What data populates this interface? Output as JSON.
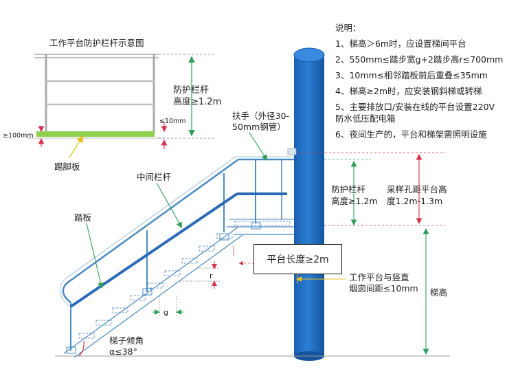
{
  "inset": {
    "title": "工作平台防护栏杆示意图",
    "guardrail_label": [
      "防护栏杆",
      "高度≥1.2m"
    ],
    "gap_label": "≤10mm",
    "board_height_label": "≥100mm",
    "toe_board_label": "踢脚板"
  },
  "notes": {
    "heading": "说明：",
    "lines": [
      "1、梯高＞6m时，应设置梯间平台",
      "2、550mm≤踏步宽g+2踏步高r≤700mm",
      "3、10mm≤相邻踏板前后重叠≤35mm",
      "4、梯高≥2m时，应安装钢斜梯或转梯",
      "5、主要排放口/安装在线的平台设置220V",
      "防水低压配电箱",
      "6、夜间生产的，平台和梯架需照明设施"
    ]
  },
  "labels": {
    "handrail": [
      "扶手（外径30-",
      "50mm钢管）"
    ],
    "mid_rail": "中间栏杆",
    "tread": "踏板",
    "platform_guardrail": [
      "防护栏杆",
      "高度≥1.2m"
    ],
    "sample_hole": [
      "采样孔距平台高",
      "度1.2m-1.3m"
    ],
    "platform_length": "平台长度≥2m",
    "chimney_gap": [
      "工作平台与竖直",
      "烟囱间距≤10mm"
    ],
    "stair_height": "梯高",
    "tread_height": "r",
    "tread_width": "g",
    "angle": [
      "梯子倾角",
      "α≤38°"
    ]
  },
  "colors": {
    "chimney": "#1b6cc2",
    "rail": "#2a6ab8",
    "green_arrow": "#2c9e5a",
    "red": "#d9324a",
    "toe_board": "#8fd14f",
    "outline": "#4a8ac0"
  }
}
